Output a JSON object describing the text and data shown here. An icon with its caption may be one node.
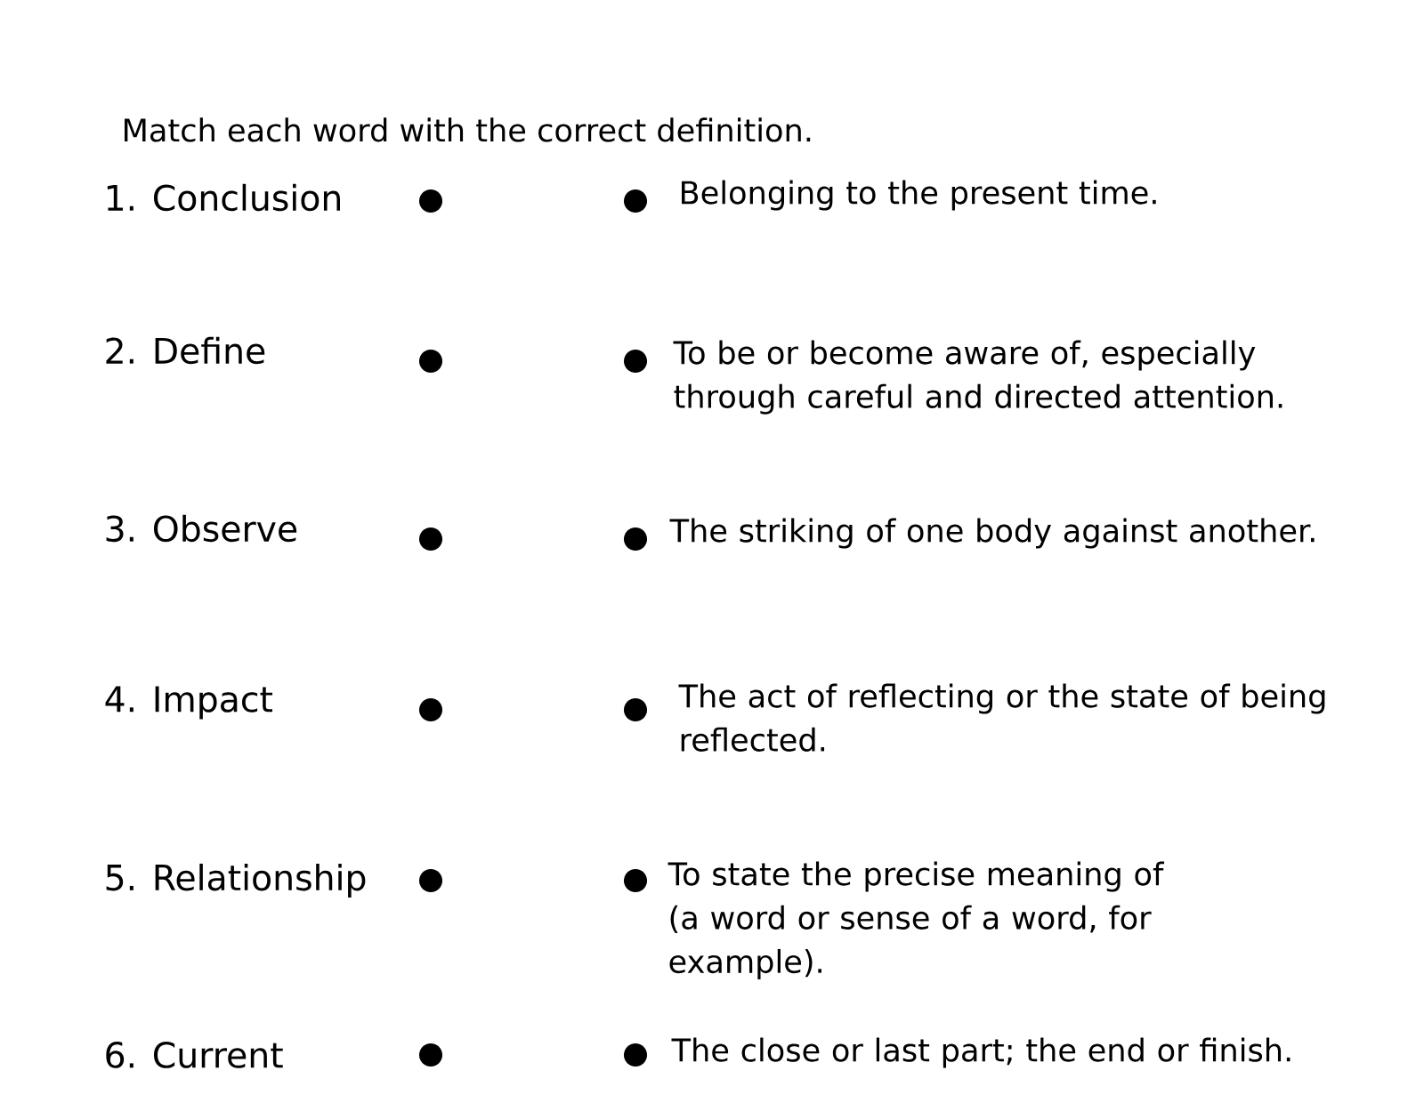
{
  "diagram": {
    "title": "Match each word with the correct definition.",
    "labels": [
      "1. Conclusion",
      "Belonging to the present time.",
      "2. Define",
      "To be or become aware of, especially through careful and directed attention.",
      "3. Observe",
      "The striking of one body against another.",
      "4. Impact",
      "The act of reflecting or the state of being reflected.",
      "5. Relationship",
      "To state the precise meaning of (a word or sense of a word, for example).",
      "6. Current",
      "The close or last part; the end or finish."
    ]
  }
}
